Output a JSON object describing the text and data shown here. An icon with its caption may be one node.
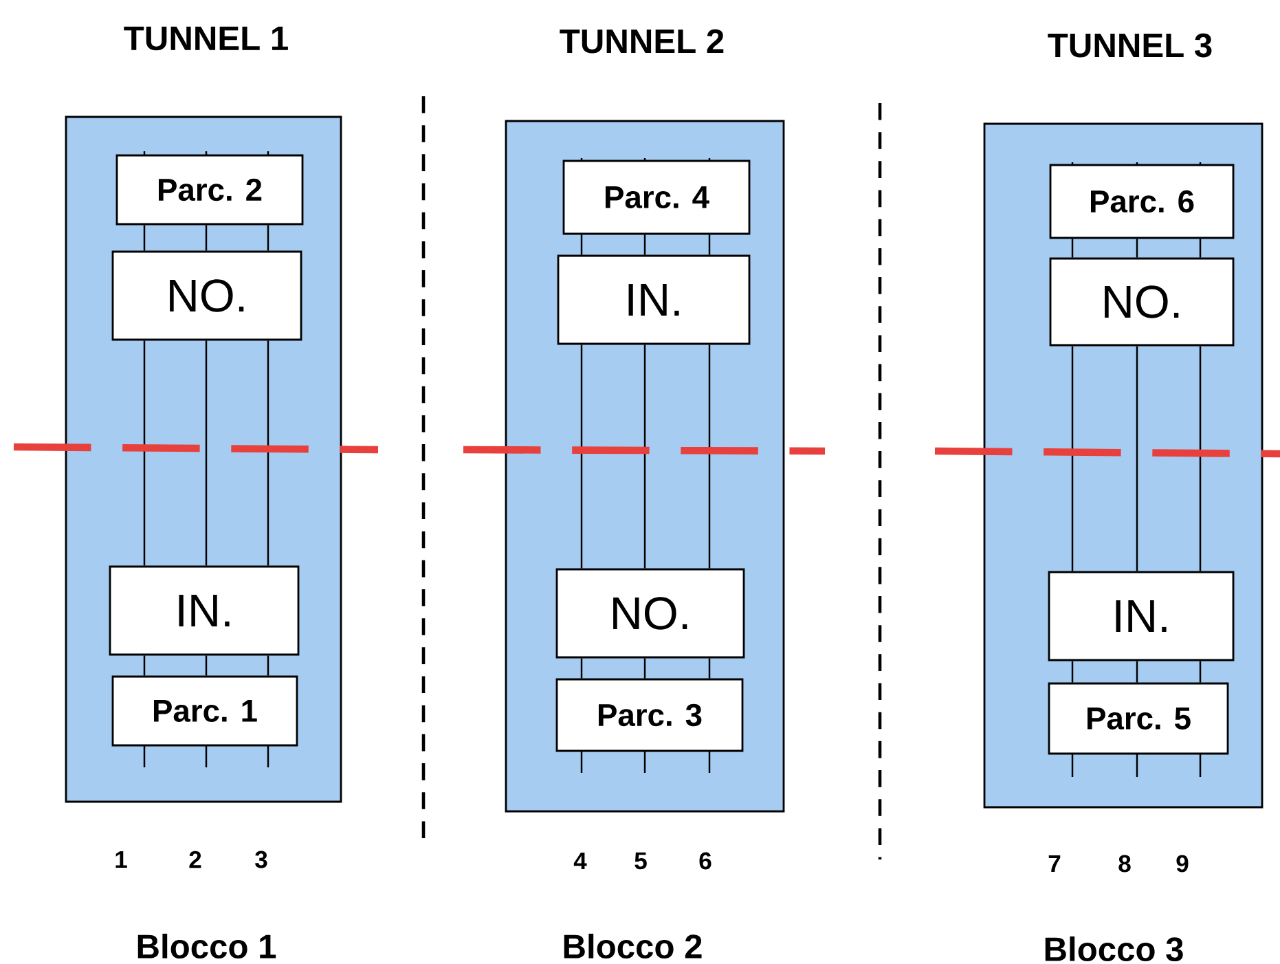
{
  "diagram": {
    "nodes": [
      {
        "text": [
          "TUNNEL 1"
        ],
        "beside": [
          "Blocco 1"
        ]
      },
      {
        "text": [
          "Parc. 2"
        ],
        "in": 0
      },
      {
        "text": [
          "NO."
        ],
        "in": 0
      },
      {
        "text": [
          "IN."
        ],
        "in": 0
      },
      {
        "text": [
          "Parc. 1"
        ],
        "in": 0
      },
      {
        "text": [
          "TUNNEL 2"
        ],
        "beside": [
          "Blocco 2"
        ]
      },
      {
        "text": [
          "Parc. 4"
        ],
        "in": 5
      },
      {
        "text": [
          "IN."
        ],
        "in": 5
      },
      {
        "text": [
          "NO."
        ],
        "in": 5
      },
      {
        "text": [
          "Parc. 3"
        ],
        "in": 5
      },
      {
        "text": [
          "TUNNEL 3"
        ],
        "beside": [
          "Blocco 3"
        ]
      },
      {
        "text": [
          "Parc. 6"
        ],
        "in": 10
      },
      {
        "text": [
          "NO."
        ],
        "in": 10
      },
      {
        "text": [
          "IN."
        ],
        "in": 10
      },
      {
        "text": [
          "Parc. 5"
        ],
        "in": 10
      }
    ],
    "edges": [
      {
        "from": 1,
        "to": 2,
        "arrow": "none"
      },
      {
        "from": 1,
        "to": 2,
        "arrow": "none"
      },
      {
        "from": 1,
        "to": 2,
        "arrow": "none"
      },
      {
        "from": 2,
        "to": 3,
        "arrow": "none"
      },
      {
        "from": 2,
        "to": 3,
        "arrow": "none"
      },
      {
        "from": 2,
        "to": 3,
        "arrow": "none"
      },
      {
        "from": 3,
        "to": 4,
        "arrow": "none"
      },
      {
        "from": 3,
        "to": 4,
        "arrow": "none"
      },
      {
        "from": 3,
        "to": 4,
        "arrow": "none"
      },
      {
        "from": 6,
        "to": 7,
        "arrow": "none"
      },
      {
        "from": 6,
        "to": 7,
        "arrow": "none"
      },
      {
        "from": 6,
        "to": 7,
        "arrow": "none"
      },
      {
        "from": 7,
        "to": 8,
        "arrow": "none"
      },
      {
        "from": 7,
        "to": 8,
        "arrow": "none"
      },
      {
        "from": 7,
        "to": 8,
        "arrow": "none"
      },
      {
        "from": 8,
        "to": 9,
        "arrow": "none"
      },
      {
        "from": 8,
        "to": 9,
        "arrow": "none"
      },
      {
        "from": 8,
        "to": 9,
        "arrow": "none"
      },
      {
        "from": 11,
        "to": 12,
        "arrow": "none"
      },
      {
        "from": 11,
        "to": 12,
        "arrow": "none"
      },
      {
        "from": 11,
        "to": 12,
        "arrow": "none"
      },
      {
        "from": 12,
        "to": 13,
        "arrow": "none"
      },
      {
        "from": 12,
        "to": 13,
        "arrow": "none"
      },
      {
        "from": 12,
        "to": 13,
        "arrow": "none"
      },
      {
        "from": 13,
        "to": 14,
        "arrow": "none"
      },
      {
        "from": 13,
        "to": 14,
        "arrow": "none"
      },
      {
        "from": 13,
        "to": 14,
        "arrow": "none"
      }
    ],
    "labels": [
      "1",
      "2",
      "3",
      "4",
      "5",
      "6",
      "7",
      "8",
      "9"
    ]
  }
}
